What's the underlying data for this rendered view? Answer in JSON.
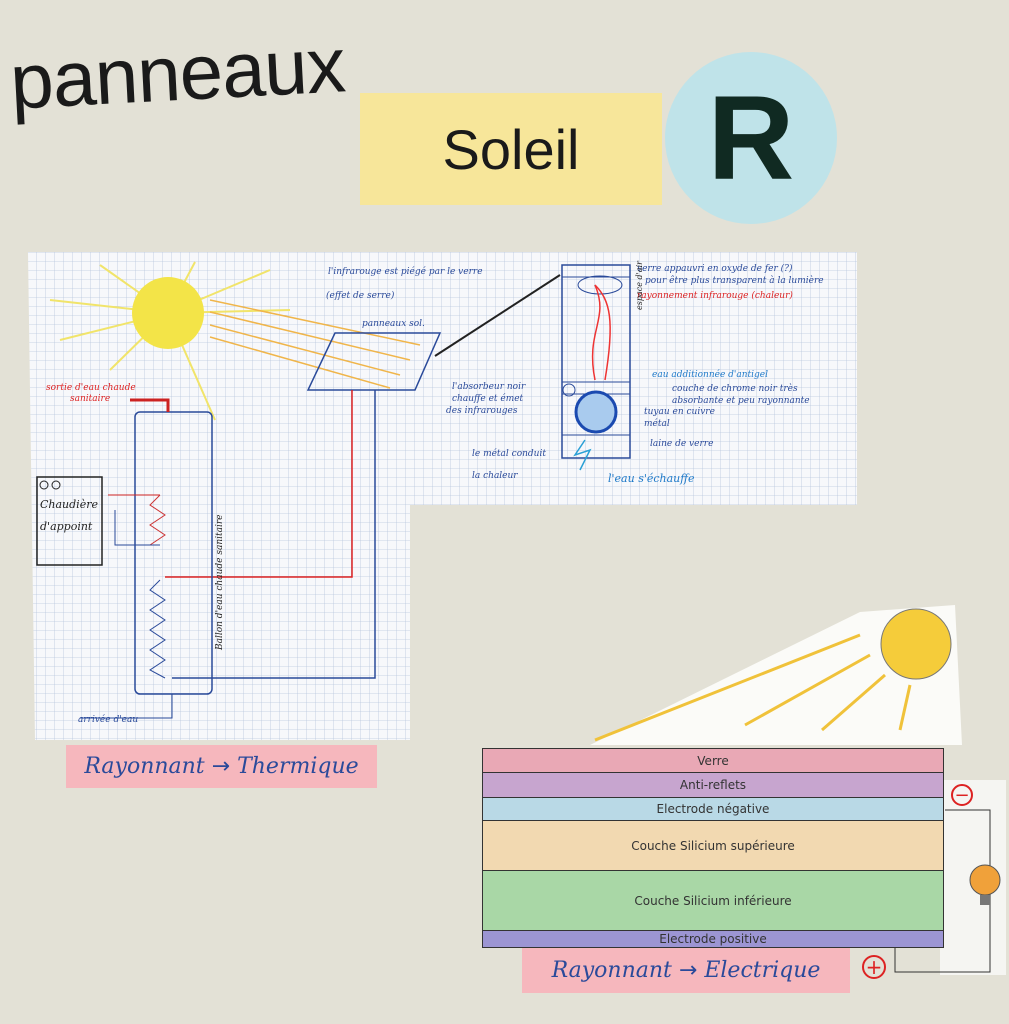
{
  "title": "panneaux",
  "subtitle": "Soleil",
  "badge": "R",
  "thermal": {
    "label_from": "Rayonnant",
    "label_to": "Thermique",
    "annotations": {
      "trapped": "l'infrarouge est piégé par le verre",
      "greenhouse": "(effet de serre)",
      "panel": "panneaux sol.",
      "glass": "verre appauvri en oxyde de fer (?)",
      "glass2": "pour être plus transparent à la lumière",
      "ir": "rayonnement infrarouge (chaleur)",
      "air": "espace d'air",
      "antifreeze": "eau additionnée d'antigel",
      "absorber1": "l'absorbeur noir",
      "absorber2": "chauffe et émet",
      "absorber3": "des infrarouges",
      "chrome1": "couche de chrome noir très",
      "chrome2": "absorbante et peu rayonnante",
      "pipe1": "tuyau en cuivre",
      "pipe2": "métal",
      "wool": "laine de verre",
      "conduct1": "le métal conduit",
      "conduct2": "la chaleur",
      "water_heats": "l'eau s'échauffe",
      "hot_out1": "sortie d'eau chaude",
      "hot_out2": "sanitaire",
      "boiler1": "Chaudière",
      "boiler2": "d'appoint",
      "tank": "Ballon d'eau chaude sanitaire",
      "water_in": "arrivée d'eau"
    }
  },
  "pv": {
    "label_from": "Rayonnant",
    "label_to": "Electrique",
    "layers": [
      "Verre",
      "Anti-reflets",
      "Electrode négative",
      "Couche Silicium supérieure",
      "Couche Silicium inférieure",
      "Electrode positive"
    ],
    "minus": "−",
    "plus": "+",
    "colors": [
      "#e9a8b5",
      "#c7a5cf",
      "#b9d9e6",
      "#f2d9b1",
      "#a9d7a6",
      "#9c95d3"
    ]
  }
}
